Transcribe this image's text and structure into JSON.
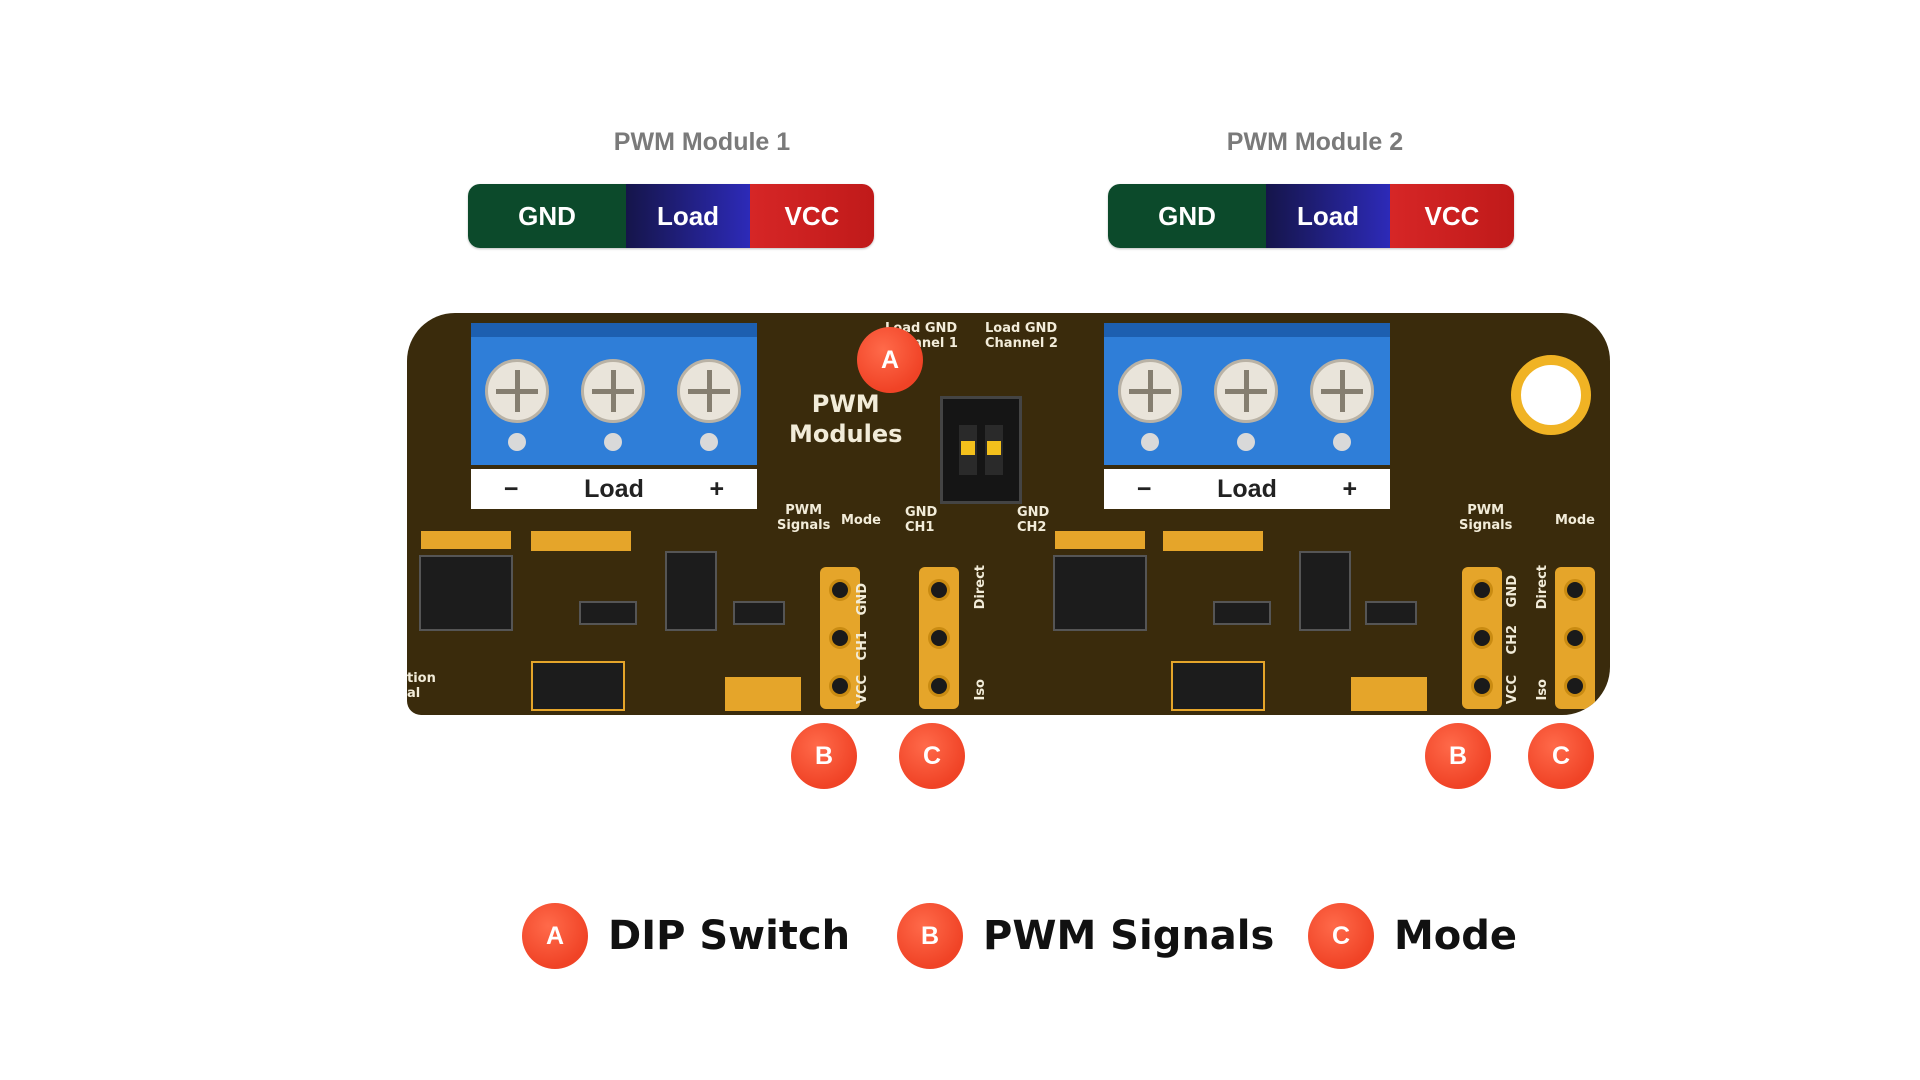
{
  "modules": [
    {
      "title": "PWM Module 1",
      "pins": [
        "GND",
        "Load",
        "VCC"
      ]
    },
    {
      "title": "PWM Module 2",
      "pins": [
        "GND",
        "Load",
        "VCC"
      ]
    }
  ],
  "board": {
    "title": "PWM\nModules",
    "terminal_label": "Load",
    "terminal_minus": "−",
    "terminal_plus": "+",
    "dip_label_ch1": "Load GND\nChannel 1",
    "dip_label_ch2": "Load GND\nChannel 2",
    "gnd_ch1": "GND\nCH1",
    "gnd_ch2": "GND\nCH2",
    "pwm_signals": "PWM\nSignals",
    "mode": "Mode",
    "header1_labels": [
      "GND",
      "CH1",
      "VCC"
    ],
    "header2_labels": [
      "GND",
      "CH2",
      "VCC"
    ],
    "mode_labels": [
      "Direct",
      "Iso"
    ],
    "edge_text": "tion\nal"
  },
  "callouts": [
    {
      "letter": "A"
    },
    {
      "letter": "B"
    },
    {
      "letter": "C"
    },
    {
      "letter": "B"
    },
    {
      "letter": "C"
    }
  ],
  "legend": [
    {
      "letter": "A",
      "label": "DIP Switch"
    },
    {
      "letter": "B",
      "label": "PWM Signals"
    },
    {
      "letter": "C",
      "label": "Mode"
    }
  ],
  "colors": {
    "gnd": "#0c4a2b",
    "load": "#2d2ab8",
    "vcc": "#d62626",
    "board": "#3a2b0c",
    "badge": "#f04326",
    "terminal": "#2f7ed8"
  }
}
